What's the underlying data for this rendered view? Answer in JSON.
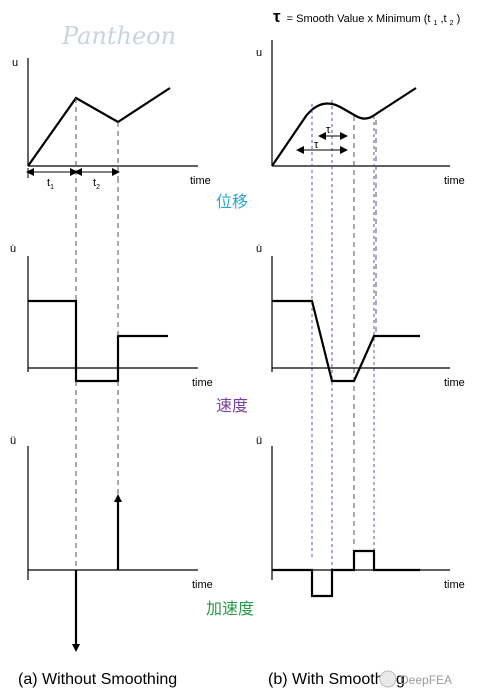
{
  "watermark": "Pantheon",
  "formula": {
    "symbol": "τ",
    "text": "= Smooth Value x Minimum (t",
    "sub1": "1",
    "mid": " ,t",
    "sub2": "2",
    "close": ")"
  },
  "axes": {
    "displacement": "u",
    "velocity": "u̇",
    "acceleration": "ü",
    "time": "time"
  },
  "segments": {
    "t1": "t",
    "t1_sub": "1",
    "t2": "t",
    "t2_sub": "2"
  },
  "tau": "τ",
  "chinese": {
    "displacement": "位移",
    "velocity": "速度",
    "acceleration": "加速度"
  },
  "colors": {
    "displacement": "#2aa7c9",
    "velocity": "#7a3fa0",
    "acceleration": "#2a9a4a"
  },
  "captions": {
    "left": "(a) Without Smoothing",
    "right": "(b) With Smoothing"
  },
  "brand": {
    "text": "DeepFEA"
  }
}
